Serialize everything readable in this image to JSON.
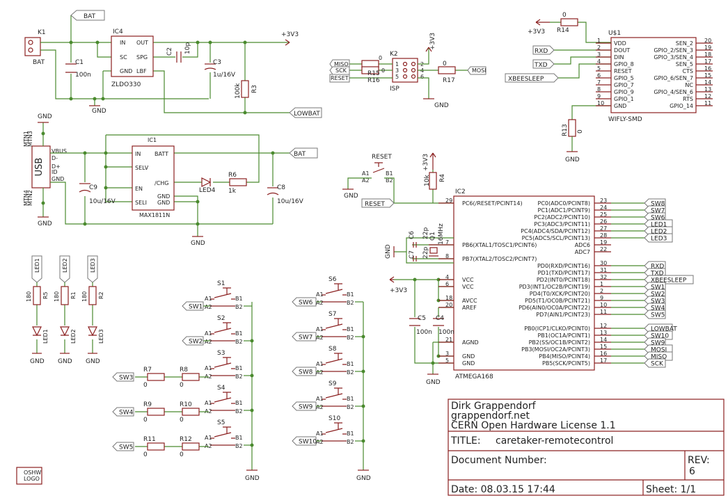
{
  "title_block": {
    "author": "Dirk Grappendorf",
    "website": "grappendorf.net",
    "license": "CERN Open Hardware License 1.1",
    "title_label": "TITLE:",
    "title": "caretaker-remotecontrol",
    "docnum_label": "Document Number:",
    "rev_label": "REV:",
    "rev": "6",
    "date": "Date: 08.03.15 17:44",
    "sheet": "Sheet: 1/1"
  },
  "logo": {
    "line1": "OSHW",
    "line2": "LOGO"
  },
  "nets": {
    "bat": "BAT",
    "v33": "+3V3",
    "gnd": "GND",
    "lowbat": "LOWBAT",
    "reset": "RESET",
    "miso": "MISO",
    "sck": "SCK",
    "mosi": "MOSI",
    "rxd": "RXD",
    "txd": "TXD",
    "xbeesleep": "XBEESLEEP",
    "vbus": "VBUS",
    "dm": "D-",
    "dp": "D+",
    "id": "ID"
  },
  "parts": {
    "k1": "K1",
    "k1v": "BAT",
    "ic4": "IC4",
    "ic4v": "ZLDO330",
    "ic4_pins": [
      "IN",
      "SC",
      "GND",
      "OUT",
      "SPG",
      "LBF"
    ],
    "c1": "C1",
    "c1v": "100n",
    "c2": "C2",
    "c2v": "10p",
    "c3": "C3",
    "c3v": "1u/16V",
    "r3": "R3",
    "r3v": "100k",
    "usb": "USB",
    "usb_mnt": [
      "MTN1",
      "MTN3",
      "MTN4",
      "MTN2"
    ],
    "ic1": "IC1",
    "ic1v": "MAX1811N",
    "ic1_pins": [
      "IN",
      "SELV",
      "EN",
      "SELI",
      "BATT",
      "/CHG",
      "GND",
      "GND"
    ],
    "c9": "C9",
    "c9v": "10u/16V",
    "c8": "C8",
    "c8v": "10u/16V",
    "led4": "LED4",
    "r6": "R6",
    "r6v": "1k",
    "k2": "K2",
    "k2v": "ISP",
    "r14": "R14",
    "r14v": "0",
    "r15": "R15",
    "r15v": "0",
    "r16": "R16",
    "r16v": "0",
    "r17": "R17",
    "r17v": "0",
    "wifly": "U$1",
    "wiflyv": "WIFLY-SMD",
    "r13": "R13",
    "r13v": "0",
    "reset_sw": "RESET",
    "r4": "R4",
    "r4v": "10k",
    "ic2": "IC2",
    "ic2v": "ATMEGA168",
    "c6": "C6",
    "c6v": "22p",
    "c7": "C7",
    "c7v": "22p",
    "q1": "Q1",
    "q1v": "16MHz",
    "c5": "C5",
    "c5v": "100n",
    "c4": "C4",
    "c4v": "100n",
    "r1": "R1",
    "r2": "R2",
    "r5": "R5",
    "rled_v": "180",
    "led1": "LED1",
    "led2": "LED2",
    "led3": "LED3",
    "r7": "R7",
    "r8": "R8",
    "r9": "R9",
    "r10": "R10",
    "r11": "R11",
    "r12": "R12",
    "r_sw_v": "0"
  },
  "sw_pins": {
    "a1": "A1",
    "a2": "A2",
    "b1": "B1",
    "b2": "B2"
  },
  "switches_left": [
    {
      "name": "S1",
      "net": "SW1"
    },
    {
      "name": "S2",
      "net": "SW2"
    },
    {
      "name": "S3",
      "net": "SW3"
    },
    {
      "name": "S4",
      "net": "SW4"
    },
    {
      "name": "S5",
      "net": "SW5"
    }
  ],
  "switches_right": [
    {
      "name": "S6",
      "net": "SW6"
    },
    {
      "name": "S7",
      "net": "SW7"
    },
    {
      "name": "S8",
      "net": "SW8"
    },
    {
      "name": "S9",
      "net": "SW9"
    },
    {
      "name": "S10",
      "net": "SW10"
    }
  ],
  "wifly_pins_left": [
    {
      "num": "1",
      "name": "VDD"
    },
    {
      "num": "2",
      "name": "DOUT"
    },
    {
      "num": "3",
      "name": "DIN"
    },
    {
      "num": "4",
      "name": "GPIO_8"
    },
    {
      "num": "5",
      "name": "RESET"
    },
    {
      "num": "6",
      "name": "GPIO_5"
    },
    {
      "num": "7",
      "name": "GPIO_7"
    },
    {
      "num": "8",
      "name": "GPIO_9"
    },
    {
      "num": "9",
      "name": "GPIO_1"
    },
    {
      "num": "10",
      "name": "GND"
    }
  ],
  "wifly_pins_right": [
    {
      "num": "20",
      "name": "SEN_2"
    },
    {
      "num": "19",
      "name": "GPIO_2/SEN_3"
    },
    {
      "num": "18",
      "name": "GPIO_3/SEN_4"
    },
    {
      "num": "17",
      "name": "SEN_5"
    },
    {
      "num": "16",
      "name": "CTS"
    },
    {
      "num": "15",
      "name": "GPIO_6/SEN_7"
    },
    {
      "num": "14",
      "name": "NC"
    },
    {
      "num": "13",
      "name": "GPIO_4/SEN_6"
    },
    {
      "num": "12",
      "name": "RTS"
    },
    {
      "num": "11",
      "name": "GPIO_14"
    }
  ],
  "atmega_right": [
    {
      "num": "23",
      "name": "PC0(ADC0/PCINT8)",
      "net": "SW8"
    },
    {
      "num": "24",
      "name": "PC1(ADC1/PCINT9)",
      "net": "SW7"
    },
    {
      "num": "25",
      "name": "PC2(ADC2/PCINT10)",
      "net": "SW6"
    },
    {
      "num": "26",
      "name": "PC3(ADC3/PCINT11)",
      "net": "LED1"
    },
    {
      "num": "27",
      "name": "PC4(ADC4/SDA/PCINT12)",
      "net": "LED2"
    },
    {
      "num": "28",
      "name": "PC5(ADC5/SCL/PCINT13)",
      "net": "LED3"
    },
    {
      "num": "19",
      "name": "ADC6",
      "net": ""
    },
    {
      "num": "22",
      "name": "ADC7",
      "net": ""
    },
    {
      "num": "30",
      "name": "PD0(RXD/PCINT16)",
      "net": "RXD"
    },
    {
      "num": "31",
      "name": "PD1(TXD/PCINT17)",
      "net": "TXD"
    },
    {
      "num": "32",
      "name": "PD2(INT0/PCINT18)",
      "net": "XBEESLEEP"
    },
    {
      "num": "1",
      "name": "PD3(INT1/OC2B/PCINT19)",
      "net": "SW1"
    },
    {
      "num": "2",
      "name": "PD4(T0/XCK/PCINT20)",
      "net": "SW2"
    },
    {
      "num": "9",
      "name": "PD5(T1/OC0B/PCINT21)",
      "net": "SW3"
    },
    {
      "num": "10",
      "name": "PD6(AIN0/OC0A/PCINT22)",
      "net": "SW4"
    },
    {
      "num": "11",
      "name": "PD7(AIN1/PCINT23)",
      "net": "SW5"
    },
    {
      "num": "12",
      "name": "PB0(ICP1/CLKO/PCINT0)",
      "net": "LOWBAT"
    },
    {
      "num": "13",
      "name": "PB1(OC1A/PCINT1)",
      "net": "SW10"
    },
    {
      "num": "14",
      "name": "PB2(SS/OC1B/PCINT2)",
      "net": "SW9"
    },
    {
      "num": "15",
      "name": "PB3(MOSI/OC2A/PCINT3)",
      "net": "MOSI"
    },
    {
      "num": "16",
      "name": "PB4(MISO/PCINT4)",
      "net": "MISO"
    },
    {
      "num": "17",
      "name": "PB5(SCK/PCINT5)",
      "net": "SCK"
    }
  ],
  "atmega_left": [
    {
      "num": "29",
      "name": "PC6(/RESET/PCINT14)"
    },
    {
      "num": "7",
      "name": "PB6(XTAL1/TOSC1/PCINT6)"
    },
    {
      "num": "8",
      "name": "PB7(XTAL2/TOSC2/PCINT7)"
    },
    {
      "num": "4",
      "name": "VCC"
    },
    {
      "num": "6",
      "name": "VCC"
    },
    {
      "num": "18",
      "name": "AVCC"
    },
    {
      "num": "20",
      "name": "AREF"
    },
    {
      "num": "21",
      "name": "AGND"
    },
    {
      "num": "3",
      "name": "GND"
    },
    {
      "num": "5",
      "name": "GND"
    }
  ]
}
